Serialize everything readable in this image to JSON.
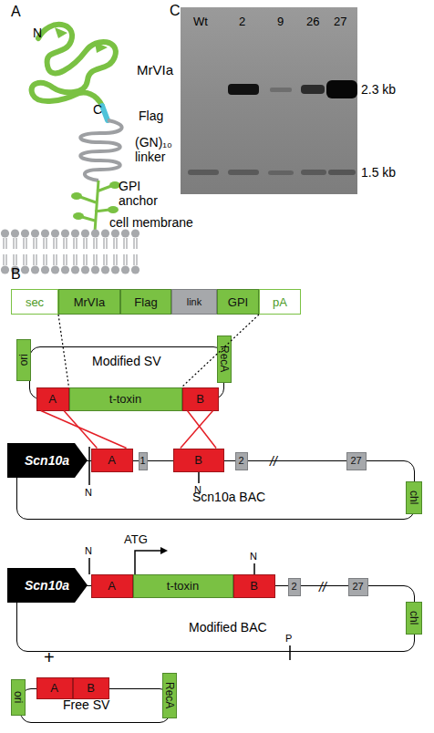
{
  "diagram": {
    "nodes": [
      {
        "text": [
          "sec"
        ]
      },
      {
        "text": [
          "MrVIa"
        ]
      },
      {
        "text": [
          "Flag"
        ]
      },
      {
        "text": [
          "link"
        ]
      },
      {
        "text": [
          "GPI"
        ]
      },
      {
        "text": [
          "pA"
        ]
      },
      {
        "text": [
          "Modified SV"
        ]
      },
      {
        "text": [
          "ori"
        ],
        "in": 6
      },
      {
        "text": [
          "A"
        ],
        "in": 6
      },
      {
        "text": [
          "t-toxin"
        ],
        "in": 6
      },
      {
        "text": [
          "B"
        ],
        "in": 6
      },
      {
        "text": [
          "RecA"
        ],
        "in": 6
      },
      {
        "text": [
          "Scn10a BAC"
        ]
      },
      {
        "text": [
          "Scn10a"
        ],
        "in": 12
      },
      {
        "text": [
          "A"
        ],
        "in": 12
      },
      {
        "text": [
          "1"
        ],
        "in": 12
      },
      {
        "text": [
          "B"
        ],
        "in": 12
      },
      {
        "text": [
          "2"
        ],
        "in": 12
      },
      {
        "text": [
          "27"
        ],
        "in": 12
      },
      {
        "text": [
          "chl"
        ],
        "in": 12
      },
      {
        "text": [
          "Modified BAC"
        ]
      },
      {
        "text": [
          "Scn10a"
        ],
        "in": 20
      },
      {
        "text": [
          "A"
        ],
        "in": 20
      },
      {
        "text": [
          "t-toxin"
        ],
        "in": 20
      },
      {
        "text": [
          "B"
        ],
        "in": 20
      },
      {
        "text": [
          "2"
        ],
        "in": 20
      },
      {
        "text": [
          "27"
        ],
        "in": 20
      },
      {
        "text": [
          "chl"
        ],
        "in": 20
      },
      {
        "text": [
          "Free SV"
        ]
      },
      {
        "text": [
          "ori"
        ],
        "in": 28
      },
      {
        "text": [
          "A"
        ],
        "in": 28
      },
      {
        "text": [
          "B"
        ],
        "in": 28
      },
      {
        "text": [
          "RecA"
        ],
        "in": 28
      }
    ],
    "edges": [
      {
        "from": 0,
        "to": 9,
        "arrow": "none"
      },
      {
        "from": 5,
        "to": 9,
        "arrow": "none"
      },
      {
        "from": 8,
        "to": 14,
        "arrow": "none"
      },
      {
        "from": 8,
        "to": 14,
        "arrow": "none"
      },
      {
        "from": 10,
        "to": 16,
        "arrow": "none"
      },
      {
        "from": 10,
        "to": 16,
        "arrow": "none"
      }
    ],
    "labels": [
      "A",
      "N",
      "MrVIa",
      "C",
      "Flag",
      "(GN)₁₀ linker",
      "GPI anchor",
      "cell membrane",
      "C",
      "Wt",
      "2",
      "9",
      "26",
      "27",
      "2.3 kb",
      "1.5 kb",
      "B",
      "N",
      "N",
      "//",
      "ATG",
      "N",
      "N",
      "//",
      "P",
      "+"
    ]
  }
}
